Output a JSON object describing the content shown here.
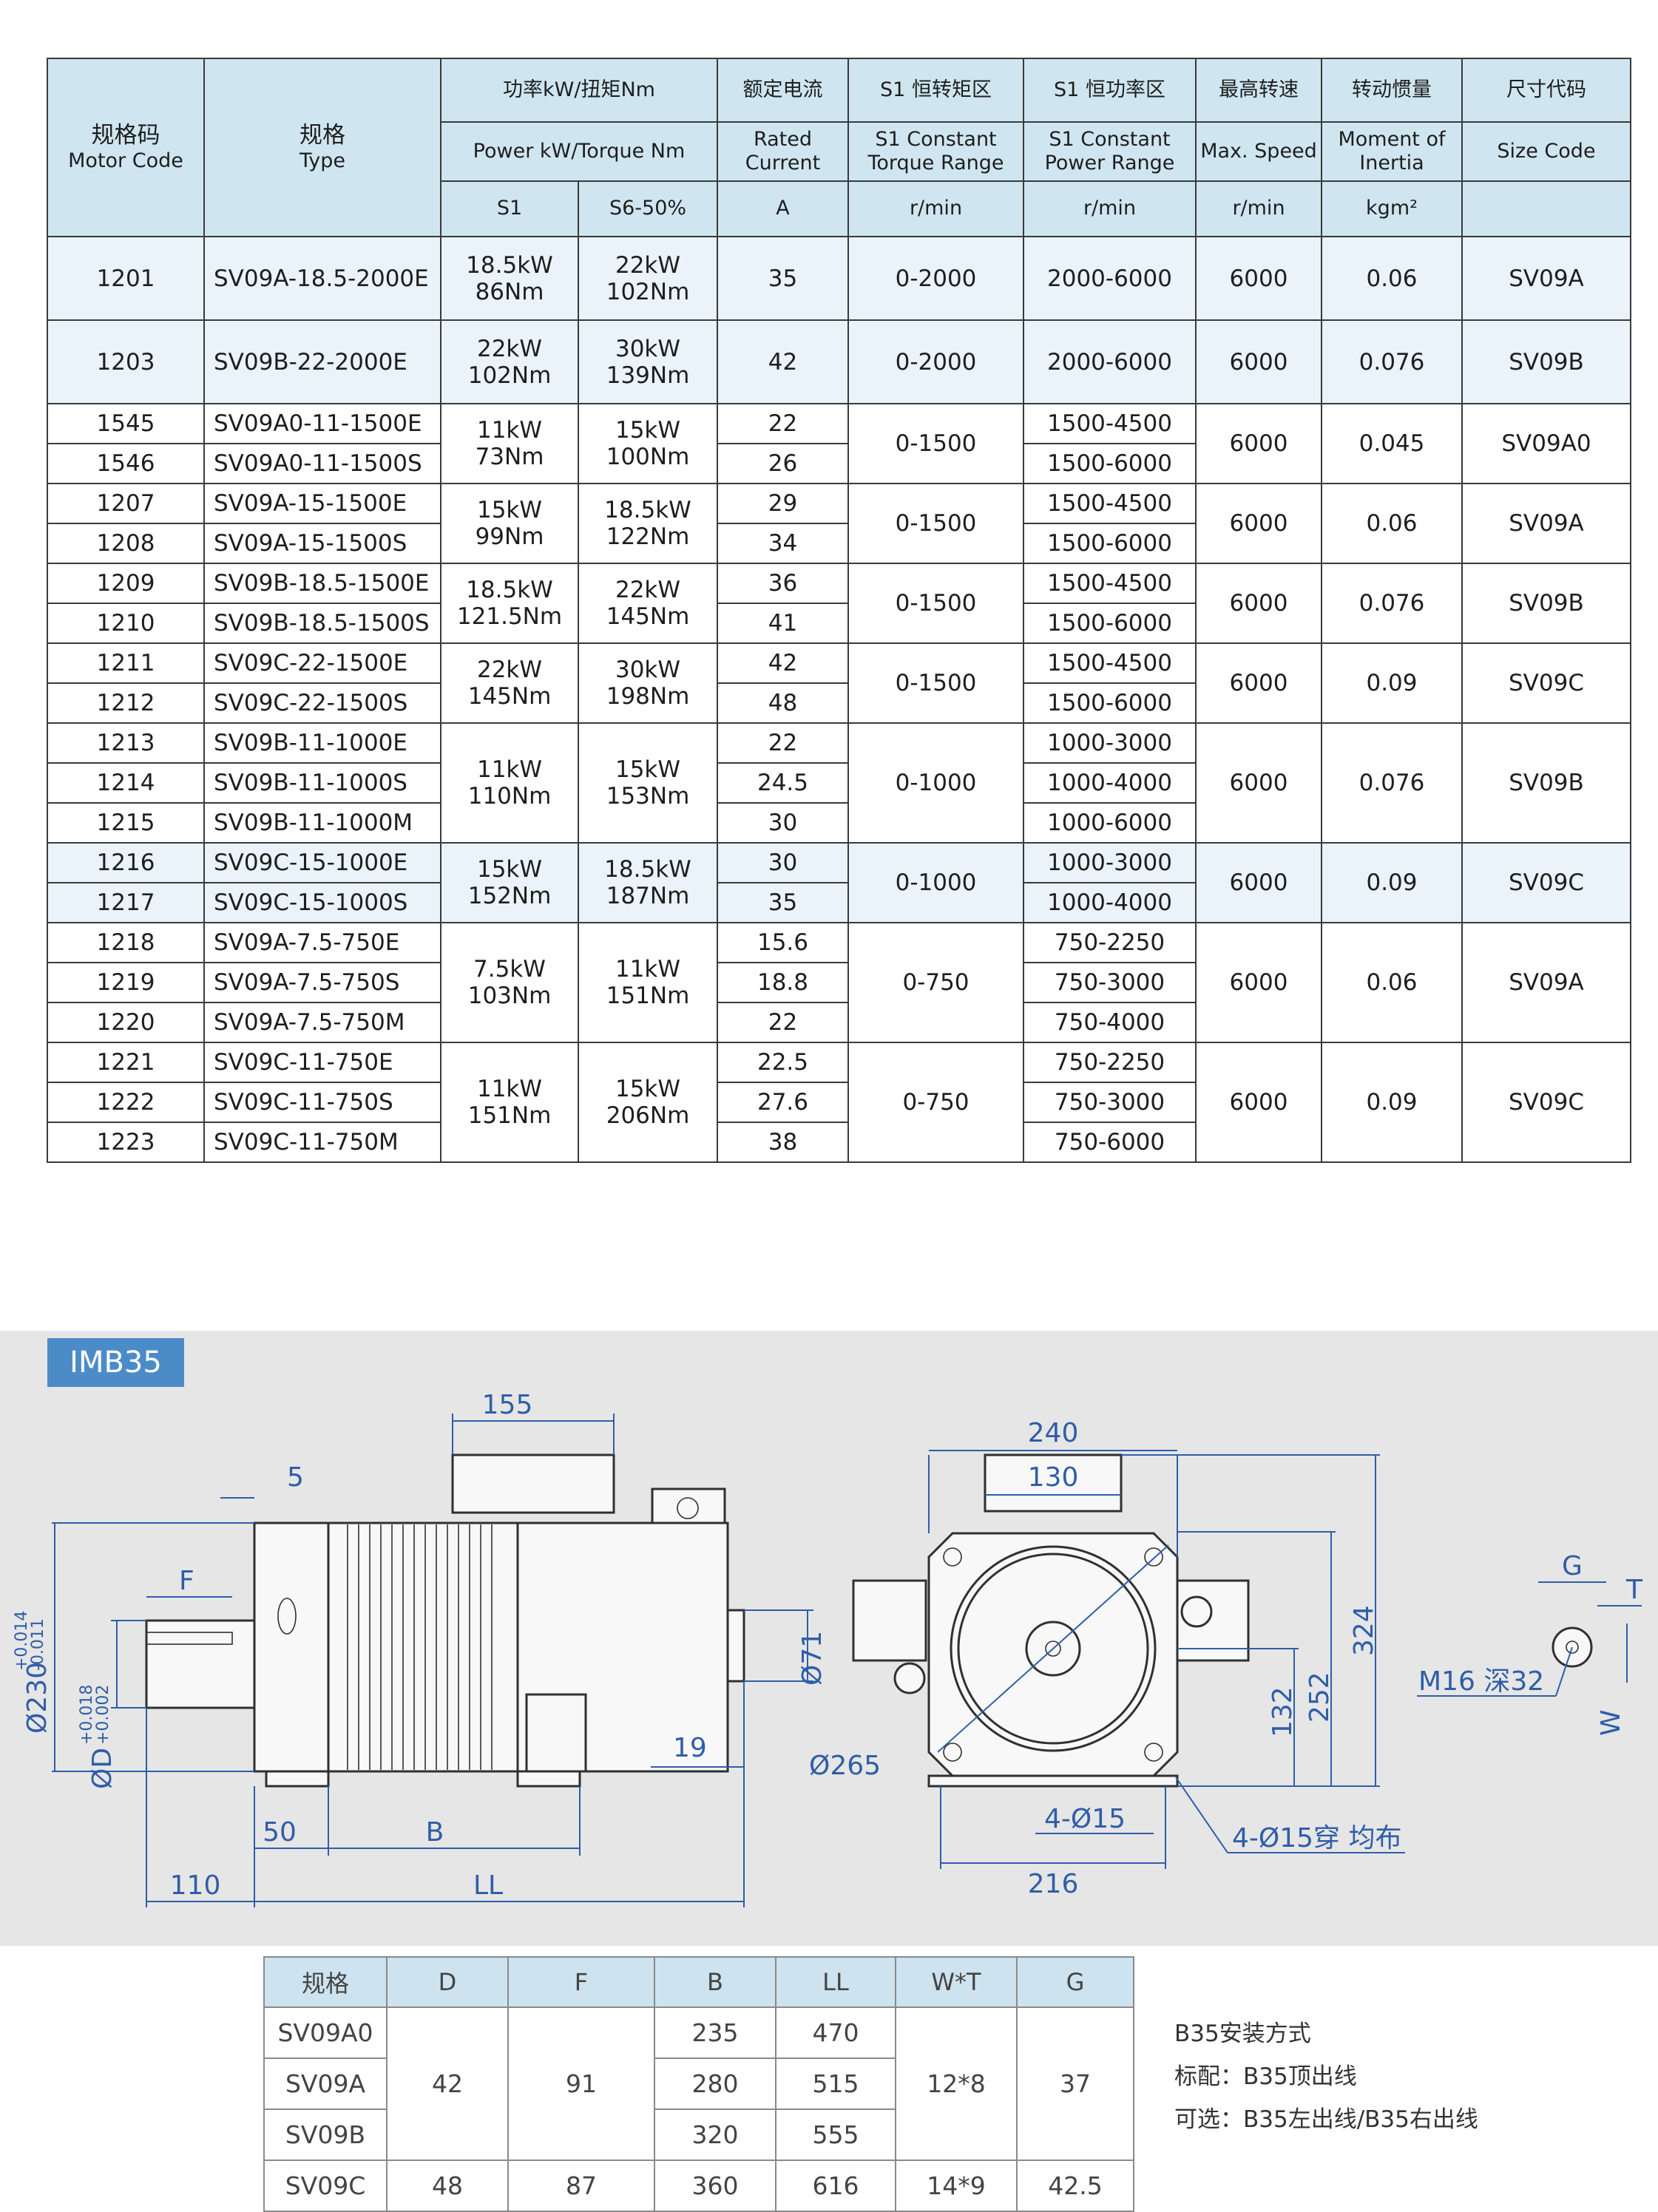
{
  "spec_table": {
    "headers": {
      "motor_code_zh": "规格码",
      "motor_code_en": "Motor  Code",
      "type_zh": "规格",
      "type_en": "Type",
      "power_zh": "功率kW/扭矩Nm",
      "power_en": "Power kW/Torque Nm",
      "power_s1": "S1",
      "power_s6": "S6-50%",
      "current_zh": "额定电流",
      "current_en": "Rated Current",
      "current_unit": "A",
      "torque_range_zh": "S1 恒转矩区",
      "torque_range_en": "S1 Constant Torque Range",
      "torque_range_unit": "r/min",
      "power_range_zh": "S1 恒功率区",
      "power_range_en": "S1 Constant Power Range",
      "power_range_unit": "r/min",
      "max_speed_zh": "最高转速",
      "max_speed_en": "Max. Speed",
      "max_speed_unit": "r/min",
      "inertia_zh": "转动惯量",
      "inertia_en": "Moment of Inertia",
      "inertia_unit": "kgm²",
      "size_zh": "尺寸代码",
      "size_en": "Size Code"
    },
    "groups": [
      {
        "rows": [
          {
            "code": "1201",
            "type": "SV09A-18.5-2000E",
            "current": "35",
            "power_range": "2000-6000"
          }
        ],
        "s1": "18.5kW",
        "s1_t": "86Nm",
        "s6": "22kW",
        "s6_t": "102Nm",
        "torque_range": "0-2000",
        "max_speed": "6000",
        "inertia": "0.06",
        "size": "SV09A"
      },
      {
        "rows": [
          {
            "code": "1203",
            "type": "SV09B-22-2000E",
            "current": "42",
            "power_range": "2000-6000"
          }
        ],
        "s1": "22kW",
        "s1_t": "102Nm",
        "s6": "30kW",
        "s6_t": "139Nm",
        "torque_range": "0-2000",
        "max_speed": "6000",
        "inertia": "0.076",
        "size": "SV09B"
      },
      {
        "rows": [
          {
            "code": "1545",
            "type": "SV09A0-11-1500E",
            "current": "22",
            "power_range": "1500-4500"
          },
          {
            "code": "1546",
            "type": "SV09A0-11-1500S",
            "current": "26",
            "power_range": "1500-6000"
          }
        ],
        "s1": "11kW",
        "s1_t": "73Nm",
        "s6": "15kW",
        "s6_t": "100Nm",
        "torque_range": "0-1500",
        "max_speed": "6000",
        "inertia": "0.045",
        "size": "SV09A0"
      },
      {
        "rows": [
          {
            "code": "1207",
            "type": "SV09A-15-1500E",
            "current": "29",
            "power_range": "1500-4500"
          },
          {
            "code": "1208",
            "type": "SV09A-15-1500S",
            "current": "34",
            "power_range": "1500-6000"
          }
        ],
        "s1": "15kW",
        "s1_t": "99Nm",
        "s6": "18.5kW",
        "s6_t": "122Nm",
        "torque_range": "0-1500",
        "max_speed": "6000",
        "inertia": "0.06",
        "size": "SV09A"
      },
      {
        "rows": [
          {
            "code": "1209",
            "type": "SV09B-18.5-1500E",
            "current": "36",
            "power_range": "1500-4500"
          },
          {
            "code": "1210",
            "type": "SV09B-18.5-1500S",
            "current": "41",
            "power_range": "1500-6000"
          }
        ],
        "s1": "18.5kW",
        "s1_t": "121.5Nm",
        "s6": "22kW",
        "s6_t": "145Nm",
        "torque_range": "0-1500",
        "max_speed": "6000",
        "inertia": "0.076",
        "size": "SV09B"
      },
      {
        "rows": [
          {
            "code": "1211",
            "type": "SV09C-22-1500E",
            "current": "42",
            "power_range": "1500-4500"
          },
          {
            "code": "1212",
            "type": "SV09C-22-1500S",
            "current": "48",
            "power_range": "1500-6000"
          }
        ],
        "s1": "22kW",
        "s1_t": "145Nm",
        "s6": "30kW",
        "s6_t": "198Nm",
        "torque_range": "0-1500",
        "max_speed": "6000",
        "inertia": "0.09",
        "size": "SV09C"
      },
      {
        "rows": [
          {
            "code": "1213",
            "type": "SV09B-11-1000E",
            "current": "22",
            "power_range": "1000-3000"
          },
          {
            "code": "1214",
            "type": "SV09B-11-1000S",
            "current": "24.5",
            "power_range": "1000-4000"
          },
          {
            "code": "1215",
            "type": "SV09B-11-1000M",
            "current": "30",
            "power_range": "1000-6000"
          }
        ],
        "s1": "11kW",
        "s1_t": "110Nm",
        "s6": "15kW",
        "s6_t": "153Nm",
        "torque_range": "0-1000",
        "max_speed": "6000",
        "inertia": "0.076",
        "size": "SV09B"
      },
      {
        "rows": [
          {
            "code": "1216",
            "type": "SV09C-15-1000E",
            "current": "30",
            "power_range": "1000-3000"
          },
          {
            "code": "1217",
            "type": "SV09C-15-1000S",
            "current": "35",
            "power_range": "1000-4000"
          }
        ],
        "s1": "15kW",
        "s1_t": "152Nm",
        "s6": "18.5kW",
        "s6_t": "187Nm",
        "torque_range": "0-1000",
        "max_speed": "6000",
        "inertia": "0.09",
        "size": "SV09C"
      },
      {
        "rows": [
          {
            "code": "1218",
            "type": "SV09A-7.5-750E",
            "current": "15.6",
            "power_range": "750-2250"
          },
          {
            "code": "1219",
            "type": "SV09A-7.5-750S",
            "current": "18.8",
            "power_range": "750-3000"
          },
          {
            "code": "1220",
            "type": "SV09A-7.5-750M",
            "current": "22",
            "power_range": "750-4000"
          }
        ],
        "s1": "7.5kW",
        "s1_t": "103Nm",
        "s6": "11kW",
        "s6_t": "151Nm",
        "torque_range": "0-750",
        "max_speed": "6000",
        "inertia": "0.06",
        "size": "SV09A"
      },
      {
        "rows": [
          {
            "code": "1221",
            "type": "SV09C-11-750E",
            "current": "22.5",
            "power_range": "750-2250"
          },
          {
            "code": "1222",
            "type": "SV09C-11-750S",
            "current": "27.6",
            "power_range": "750-3000"
          },
          {
            "code": "1223",
            "type": "SV09C-11-750M",
            "current": "38",
            "power_range": "750-6000"
          }
        ],
        "s1": "11kW",
        "s1_t": "151Nm",
        "s6": "15kW",
        "s6_t": "206Nm",
        "torque_range": "0-750",
        "max_speed": "6000",
        "inertia": "0.09",
        "size": "SV09C"
      }
    ]
  },
  "drawing": {
    "badge": "IMB35",
    "side_view": {
      "top_box_width": "155",
      "flange_thickness": "5",
      "key_f": "F",
      "flange_dia": "Ø230",
      "flange_tol_upper": "+0.014",
      "flange_tol_lower": "-0.011",
      "shaft_dia": "ØD",
      "shaft_tol_upper": "+0.018",
      "shaft_tol_lower": "+0.002",
      "rear_boss_dia": "Ø71",
      "rear_boss_len": "19",
      "foot_offset": "50",
      "foot_b": "B",
      "shaft_len": "110",
      "body_ll": "LL"
    },
    "front_view": {
      "width_240": "240",
      "width_130": "130",
      "height_324": "324",
      "height_252": "252",
      "height_132": "132",
      "pcd": "Ø265",
      "foot_holes": "4-Ø15",
      "flange_holes": "4-Ø15穿 均布",
      "foot_span": "216"
    },
    "shaft_end": {
      "g": "G",
      "t": "T",
      "w": "W",
      "thread": "M16 深32"
    }
  },
  "dim_table": {
    "headers": [
      "规格",
      "D",
      "F",
      "B",
      "LL",
      "W*T",
      "G"
    ],
    "rows": [
      {
        "type": "SV09A0",
        "b": "235",
        "ll": "470"
      },
      {
        "type": "SV09A",
        "b": "280",
        "ll": "515"
      },
      {
        "type": "SV09B",
        "b": "320",
        "ll": "555"
      },
      {
        "type": "SV09C",
        "b": "360",
        "ll": "616"
      }
    ],
    "group_abc": {
      "d": "42",
      "f": "91",
      "wt": "12*8",
      "g": "37"
    },
    "group_c": {
      "d": "48",
      "f": "87",
      "wt": "14*9",
      "g": "42.5"
    }
  },
  "notes": [
    "B35安装方式",
    "标配：B35顶出线",
    "可选：B35左出线/B35右出线"
  ]
}
